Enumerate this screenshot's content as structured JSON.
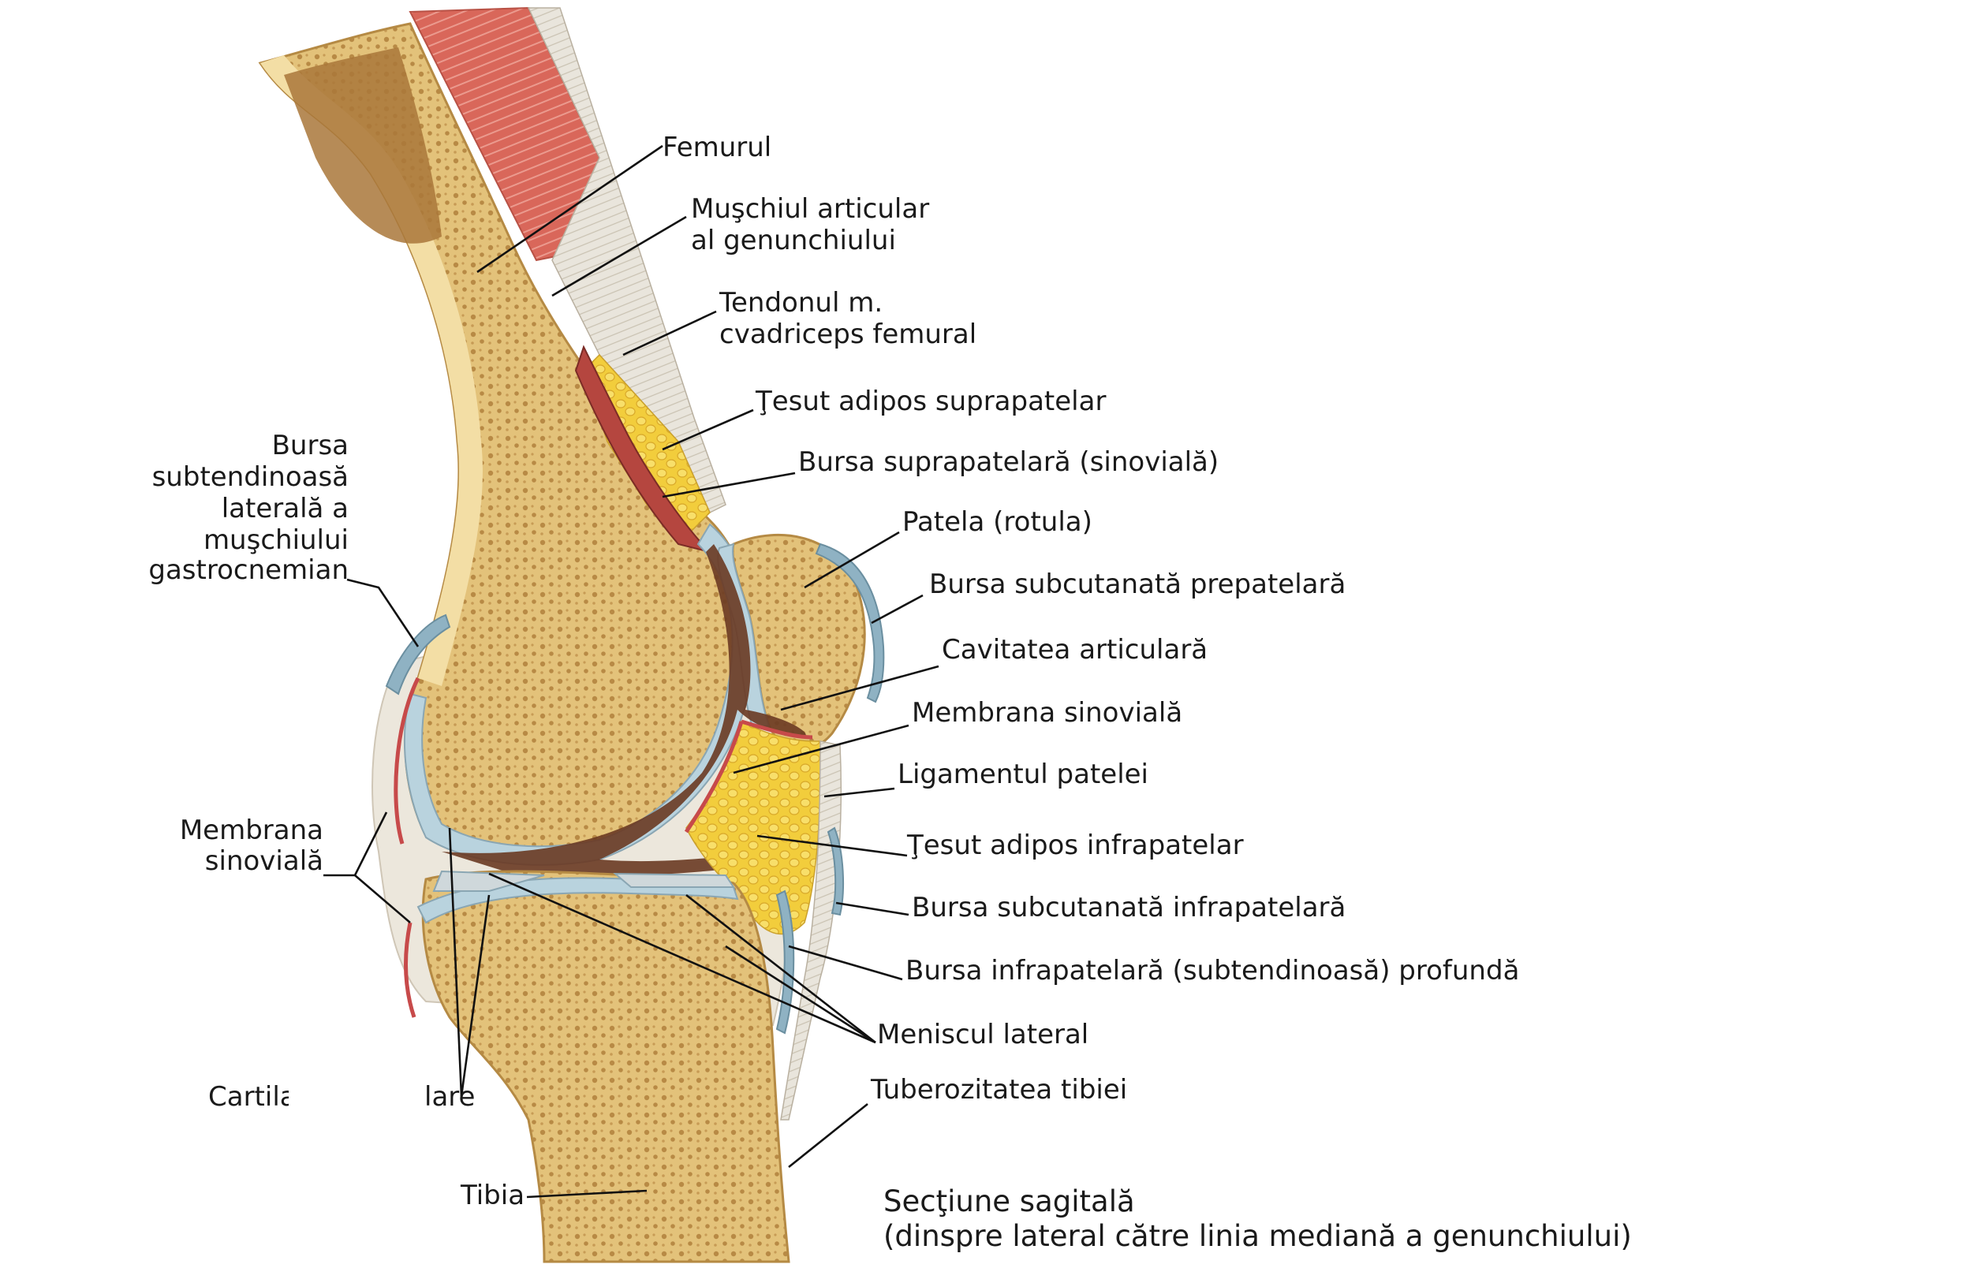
{
  "labels": {
    "femurul": "Femurul",
    "muschiul_articular_1": "Muşchiul articular",
    "muschiul_articular_2": "al genunchiului",
    "tendonul_1": "Tendonul m.",
    "tendonul_2": "cvadriceps femural",
    "tesut_suprapatelar": "Ţesut adipos suprapatelar",
    "bursa_suprapatelara": "Bursa suprapatelară (sinovială)",
    "patela": "Patela (rotula)",
    "bursa_prepatelara": "Bursa subcutanată prepatelară",
    "cavitatea": "Cavitatea articulară",
    "membrana_sinoviala_right": "Membrana sinovială",
    "ligamentul_patelei": "Ligamentul patelei",
    "tesut_infrapatelar": "Ţesut adipos infrapatelar",
    "bursa_subcutanata_infra": "Bursa subcutanată infrapatelară",
    "bursa_infra_profunda": "Bursa infrapatelară (subtendinoasă) profundă",
    "meniscul_lateral": "Meniscul lateral",
    "tuberozitatea": "Tuberozitatea tibiei",
    "bursa_gastro_1": "Bursa",
    "bursa_gastro_2": "subtendinoasă",
    "bursa_gastro_3": "laterală a",
    "bursa_gastro_4": "muşchiului",
    "bursa_gastro_5": "gastrocnemian",
    "membrana_left_1": "Membrana",
    "membrana_left_2": "sinovială",
    "cartila_left": "Cartilaginea articulare",
    "cartila_right": "lare",
    "tibia": "Tibia",
    "caption_1": "Secţiune sagitală",
    "caption_2": "(dinspre lateral către linia mediană a genunchiului)"
  },
  "colors": {
    "bone": "#e3c27a",
    "bone_edge": "#c9a35c",
    "cortex": "#f3dea5",
    "marrow": "#a9773a",
    "muscle": "#d9675a",
    "tendon": "#e2ddd2",
    "fat": "#f2cd3c",
    "cartilage": "#b9d3de",
    "bursa": "#8fb2c3",
    "synovial": "#c74a4a",
    "cavity": "#6a3a22"
  }
}
